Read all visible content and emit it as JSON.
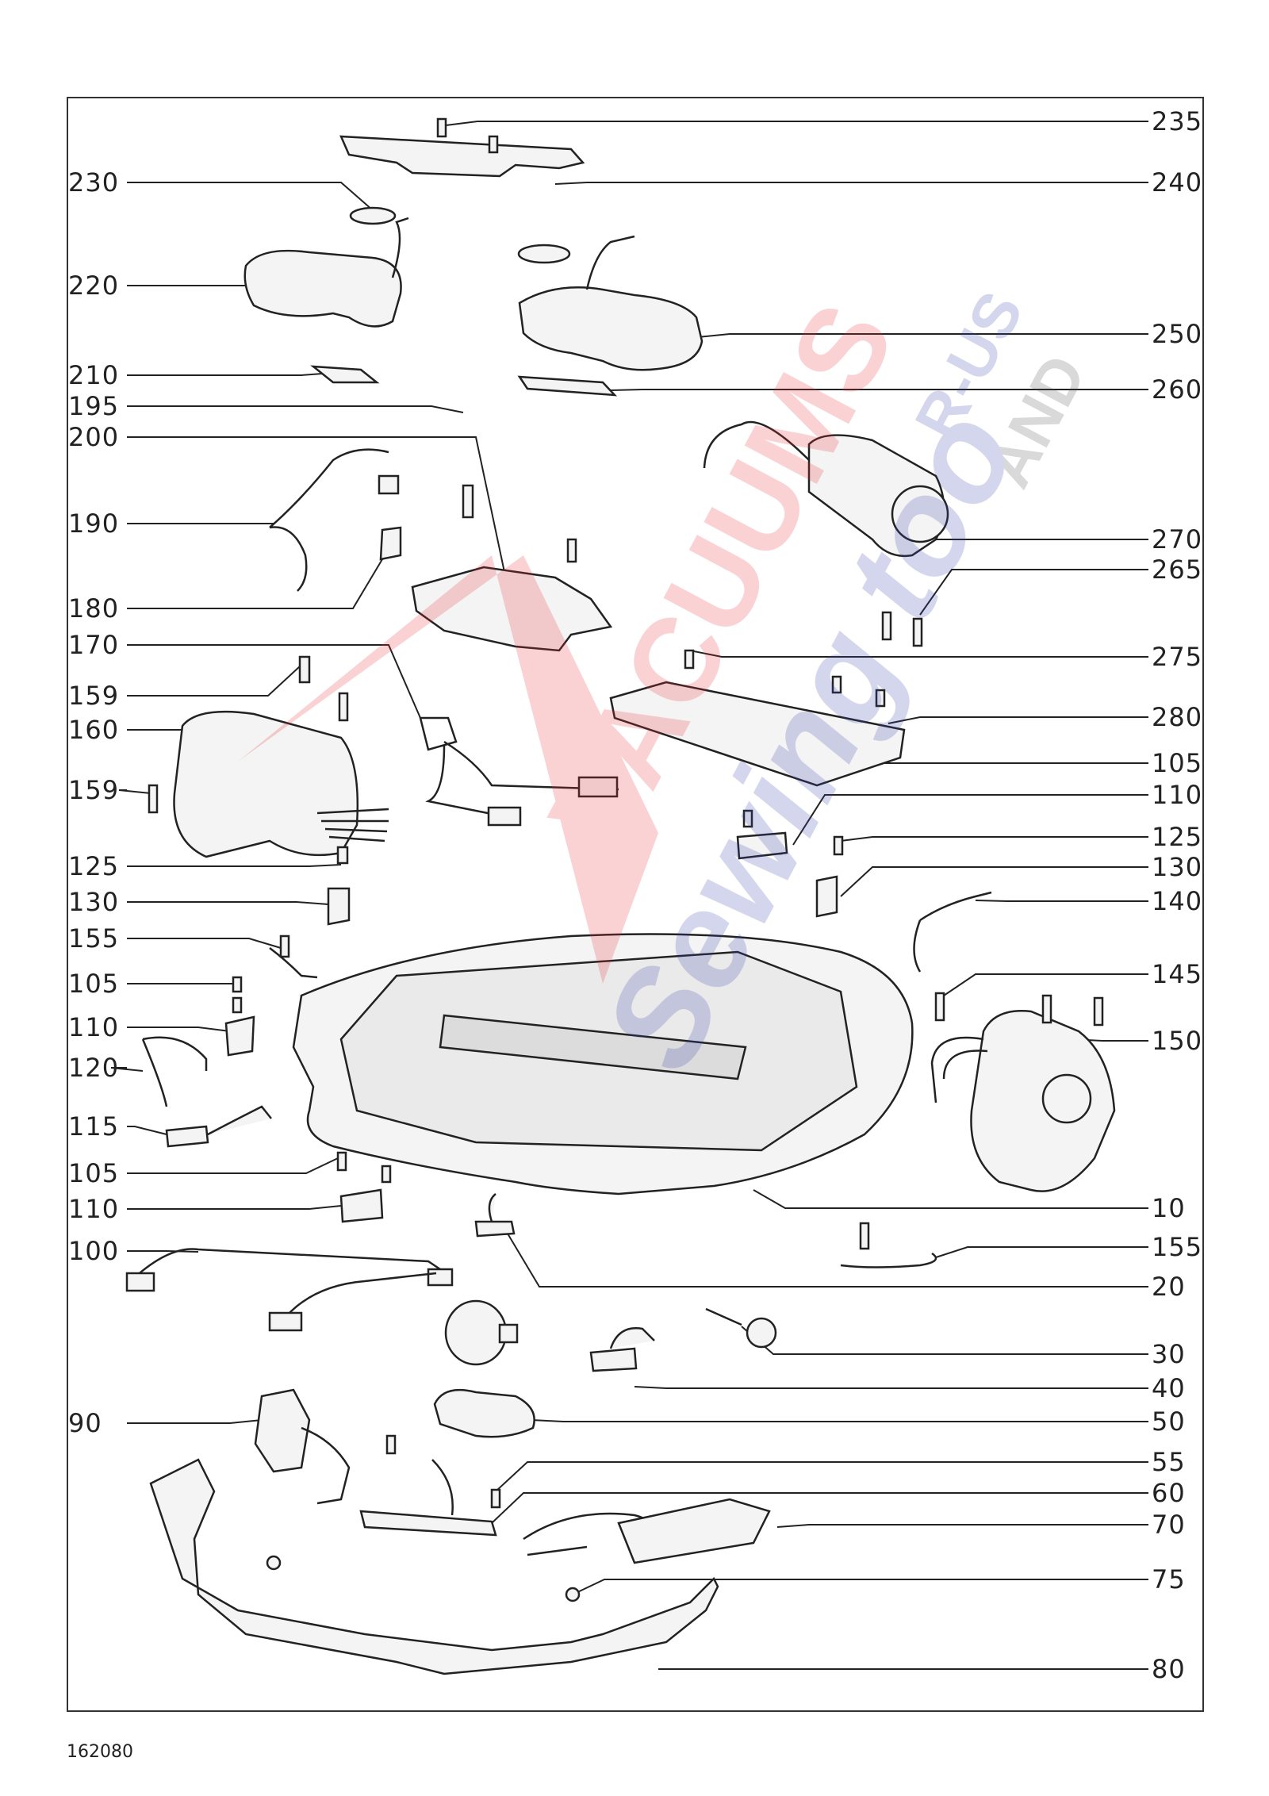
{
  "doc_code": "162080",
  "watermark": {
    "line1": "VACUUMS",
    "line2": "R-US",
    "line3": "AND",
    "line4": "Sewing too",
    "color_red": "#e8323c",
    "color_blue": "#3a44a8",
    "color_gray": "#555555"
  },
  "labels_right": [
    "235",
    "240",
    "250",
    "260",
    "270",
    "265",
    "275",
    "280",
    "105",
    "110",
    "125",
    "130",
    "140",
    "145",
    "150",
    "10",
    "155",
    "20",
    "30",
    "40",
    "50",
    "55",
    "60",
    "70",
    "75",
    "80"
  ],
  "labels_left": [
    "230",
    "220",
    "210",
    "195",
    "200",
    "190",
    "180",
    "170",
    "159",
    "160",
    "159",
    "125",
    "130",
    "155",
    "105",
    "110",
    "120",
    "115",
    "105",
    "110",
    "100",
    "90"
  ]
}
